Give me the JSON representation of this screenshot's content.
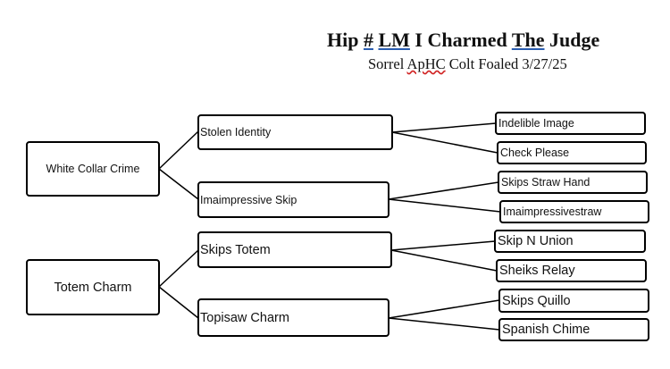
{
  "header": {
    "title_prefix": "Hip",
    "title_hash": "#",
    "title_lm": "LM",
    "title_mid": "I Charmed",
    "title_the": "The",
    "title_end": "Judge",
    "subtitle_pre": "Sorrel",
    "subtitle_breed": "ApHC",
    "subtitle_post": "Colt Foaled 3/27/25"
  },
  "pedigree": {
    "sire": {
      "name": "White Collar Crime",
      "sire": {
        "name": "Stolen Identity",
        "sire": "Indelible Image",
        "dam": "Check Please"
      },
      "dam": {
        "name": "Imaimpressive Skip",
        "sire": "Skips Straw Hand",
        "dam": "Imaimpressivestraw"
      }
    },
    "dam": {
      "name": "Totem Charm",
      "sire": {
        "name": "Skips Totem",
        "sire": "Skip N Union",
        "dam": "Sheiks Relay"
      },
      "dam": {
        "name": "Topisaw Charm",
        "sire": "Skips Quillo",
        "dam": "Spanish Chime"
      }
    }
  }
}
